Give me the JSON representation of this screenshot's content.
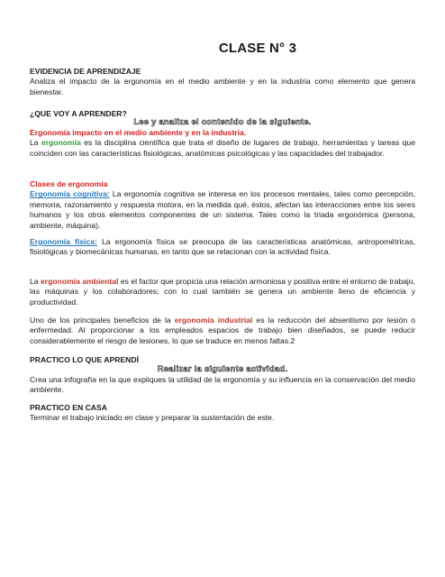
{
  "title": "CLASE N° 3",
  "evidencia": {
    "heading": "EVIDENCIA DE APRENDIZAJE",
    "text": "Analiza el impacto de la ergonomía en el medio ambiente y en la industria como elemento que genera bienestar."
  },
  "que_voy": {
    "heading": "¿QUE VOY A APRENDER?",
    "instruction": "Lee y analiza el contenido de la siguiente.",
    "subtitle": "Ergonomía impacto en el medio ambiente y en la industria.",
    "p1_pre": "La ",
    "p1_term": "ergonomía",
    "p1_post": " es la disciplina científica que trata el diseño de lugares de trabajo, herramientas y tareas que coinciden con las características fisiológicas, anatómicas psicológicas y las capacidades del trabajador."
  },
  "clases": {
    "heading": "Clases de ergonomía",
    "cognitiva_term": "Ergonomía cognitiva:",
    "cognitiva_text": " La ergonomía cognitiva se interesa en los procesos mentales, tales como percepción, memoria, razonamiento y respuesta motora, en la medida qué, éstos, afectan las interacciones entre los seres humanos y los otros elementos componentes de un sistema. Tales como la triada ergonómica (persona, ambiente, máquina).",
    "fisica_term": "Ergonomía física:",
    "fisica_text": " La ergonomía física se preocupa de las características anatómicas, antropométricas, fisiológicas y biomecánicas humanas, en tanto que se relacionan con la actividad física.",
    "ambiental_pre": "La ",
    "ambiental_term": "ergonomía ambiental",
    "ambiental_text": " es el factor que propicia una relación armoniosa y positiva entre el entorno de trabajo, las máquinas y los colaboradores; con lo cual también se genera un ambiente lleno de eficiencia y productividad.",
    "industrial_pre": "Uno de los principales beneficios de la ",
    "industrial_term": "ergonomía industrial",
    "industrial_text": " es la reducción del absentismo por lesión o enfermedad. Al proporcionar a los empleados espacios de trabajo bien diseñados, se puede reducir considerablemente el riesgo de lesiones, lo que se traduce en menos faltas.2"
  },
  "practico": {
    "heading": "PRACTICO LO QUE APRENDÍ",
    "instruction": "Realizar la siguiente actividad.",
    "text": "Crea una infografía en la que expliques la utilidad de la ergonomía y su influencia en la conservación del medio ambiente."
  },
  "casa": {
    "heading": "PRACTICO EN CASA",
    "text": "Terminar el trabajo iniciado en clase y preparar la sustentación de este."
  }
}
